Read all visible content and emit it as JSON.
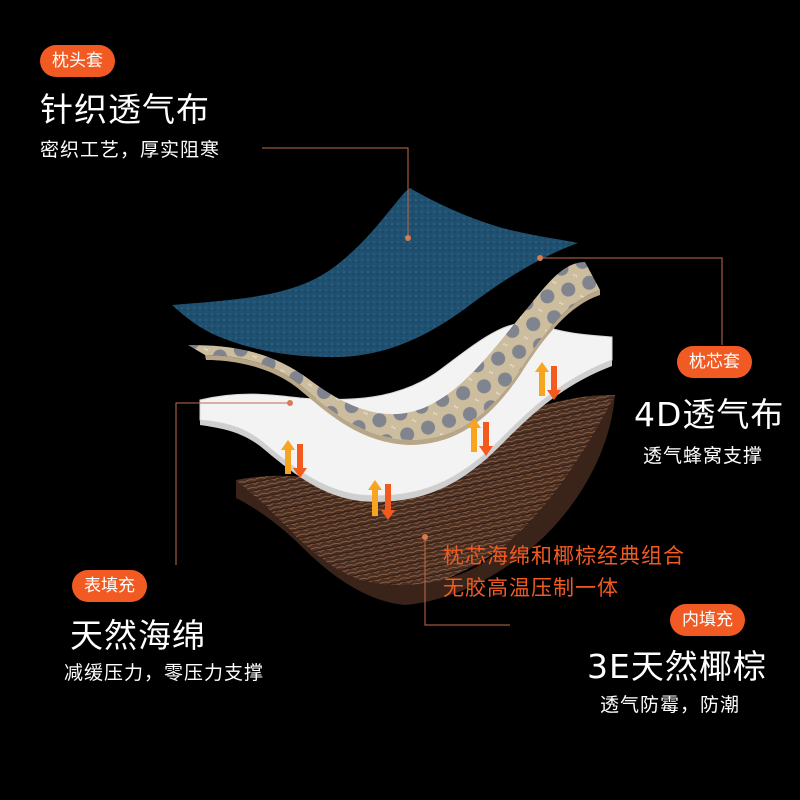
{
  "colors": {
    "accent": "#f15a22",
    "connector": "#c46a47",
    "arrow_up": "#f7a521",
    "arrow_down": "#f25a1e",
    "fabric_blue": "#1f5070",
    "mesh": "#c8b79a",
    "foam": "#f2f2f2",
    "coir": "#5a3a2a"
  },
  "pillowcase": {
    "tag": "枕头套",
    "title": "针织透气布",
    "desc": "密织工艺，厚实阻寒"
  },
  "core_cover": {
    "tag": "枕芯套",
    "title": "4D透气布",
    "desc": "透气蜂窝支撑"
  },
  "surface_fill": {
    "tag": "表填充",
    "title": "天然海绵",
    "desc": "减缓压力，零压力支撑"
  },
  "inner_fill": {
    "tag": "内填充",
    "title": "3E天然椰棕",
    "desc": "透气防霉，防潮"
  },
  "combo_note": {
    "line1": "枕芯海绵和椰棕经典组合",
    "line2": "无胶高温压制一体"
  }
}
